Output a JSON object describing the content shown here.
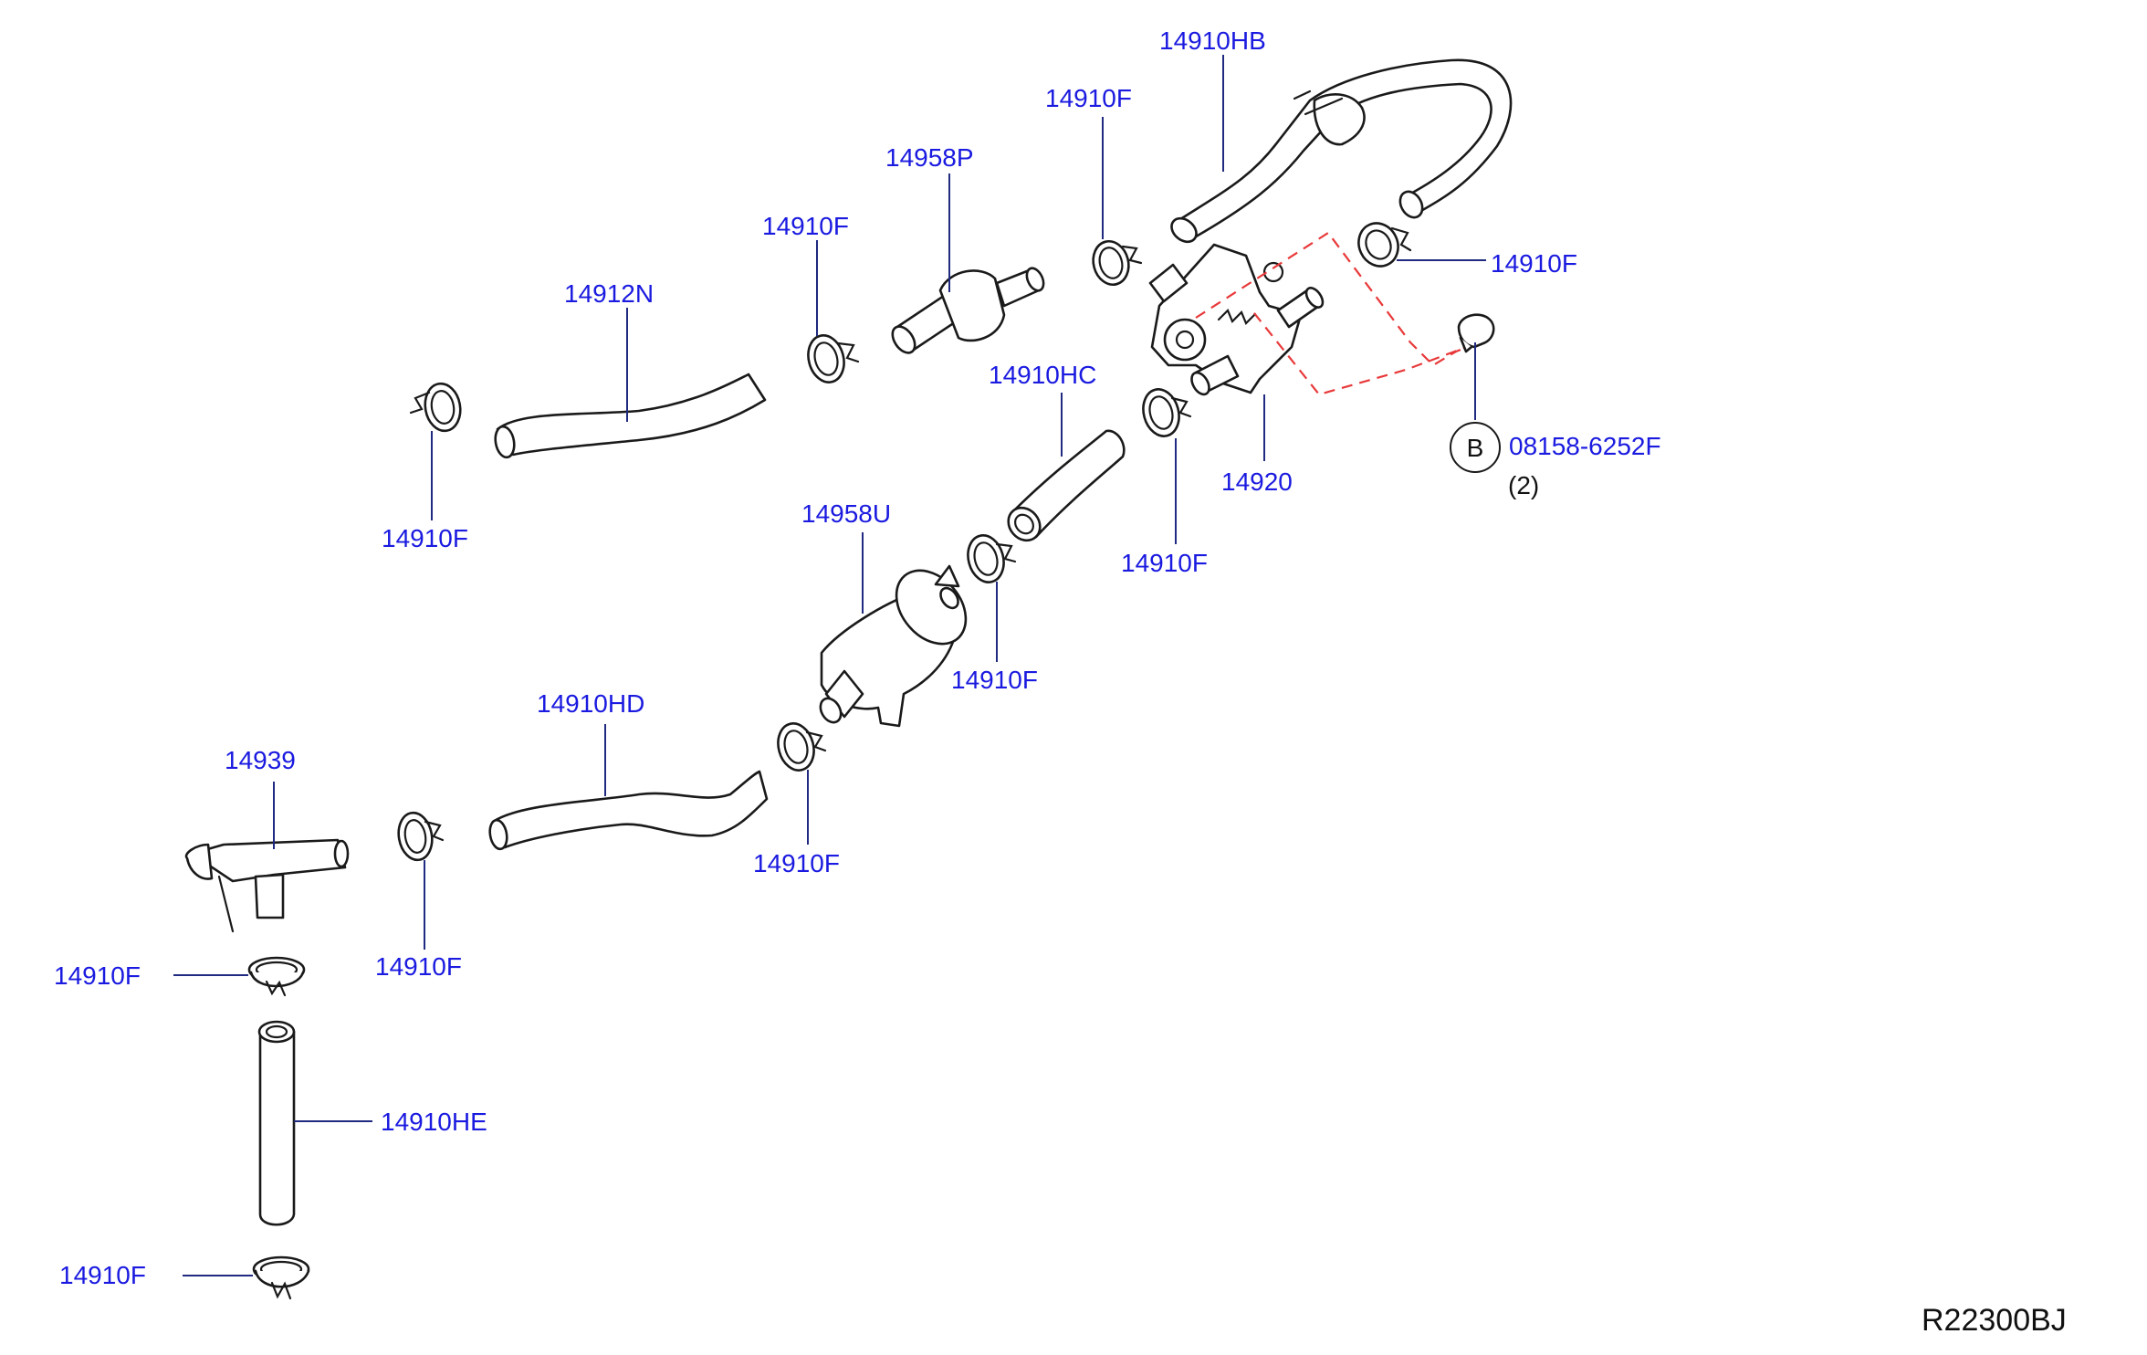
{
  "diagram_ref": "R22300BJ",
  "colors": {
    "part_number": "#1a1ae0",
    "leader": "#1f2a80",
    "phantom_line": "#e8393a",
    "outline": "#1a1a1a"
  },
  "labels": {
    "p14910HB": "14910HB",
    "p14910F_top": "14910F",
    "p14958P": "14958P",
    "p14910F_b": "14910F",
    "p14912N": "14912N",
    "p14910F_right": "14910F",
    "p14910HC": "14910HC",
    "p14920": "14920",
    "p14910F_left": "14910F",
    "p14910F_mid": "14910F",
    "p14958U": "14958U",
    "p14910F_c": "14910F",
    "p14910HD": "14910HD",
    "p14939": "14939",
    "p14910F_d": "14910F",
    "p14910F_e": "14910F",
    "p14910F_f": "14910F",
    "p14910HE": "14910HE",
    "p14910F_g": "14910F",
    "bolt_callout": "B",
    "bolt_part": "08158-6252F",
    "bolt_qty": "(2)"
  }
}
